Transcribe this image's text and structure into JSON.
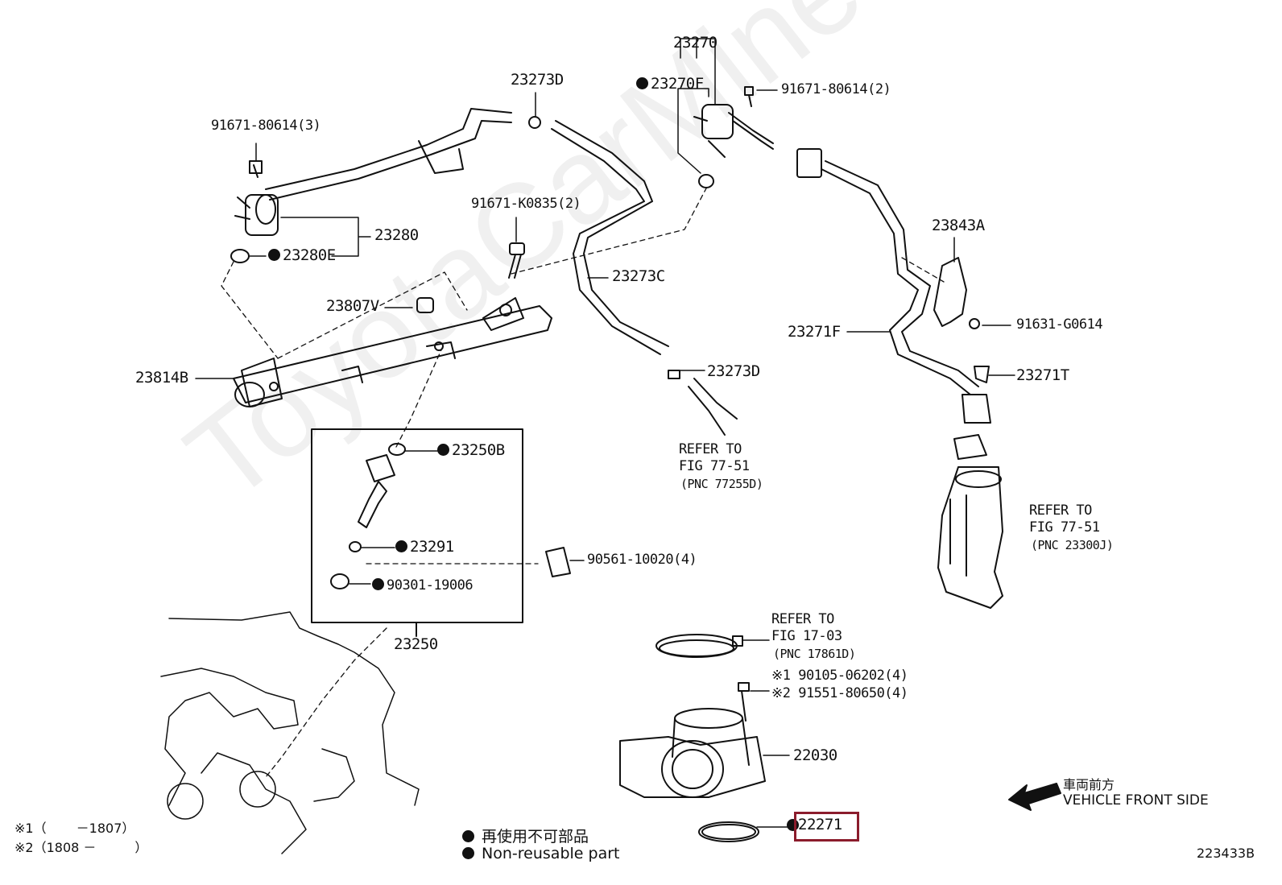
{
  "watermark": "ToyotaCarMine.ru",
  "figure_code": "223433B",
  "highlight_part": "22271",
  "highlight_color": "#8b1c2c",
  "parts": {
    "p23270": "23270",
    "p23270F": "23270F",
    "p23273D_top": "23273D",
    "p91671_80614_2": "91671-80614(2)",
    "p91671_80614_3": "91671-80614(3)",
    "p23280": "23280",
    "p23280E": "23280E",
    "p91671_K0835": "91671-K0835(2)",
    "p23273C": "23273C",
    "p23843A": "23843A",
    "p91631_G0614": "91631-G0614",
    "p23807V": "23807V",
    "p23271F": "23271F",
    "p23814B": "23814B",
    "p23273D_bot": "23273D",
    "p23271T": "23271T",
    "p23250B": "23250B",
    "p23291": "23291",
    "p90561": "90561-10020(4)",
    "p90301": "90301-19006",
    "p23250": "23250",
    "p90105": "※1 90105-06202(4)",
    "p91551": "※2 91551-80650(4)",
    "p22030": "22030",
    "p22271": "22271"
  },
  "refers": {
    "r1": {
      "line1": "REFER TO",
      "line2": "FIG 77-51",
      "line3": "(PNC 77255D)"
    },
    "r2": {
      "line1": "REFER TO",
      "line2": "FIG 77-51",
      "line3": "(PNC 23300J)"
    },
    "r3": {
      "line1": "REFER TO",
      "line2": "FIG 17-03",
      "line3": "(PNC 17861D)"
    }
  },
  "direction": {
    "ja": "車両前方",
    "en": "VEHICLE FRONT SIDE"
  },
  "legend": {
    "ja": "再使用不可部品",
    "en": "Non-reusable part"
  },
  "notes": {
    "n1": "※1（　　 －1807）",
    "n2": "※2（1808 －　　　）"
  }
}
